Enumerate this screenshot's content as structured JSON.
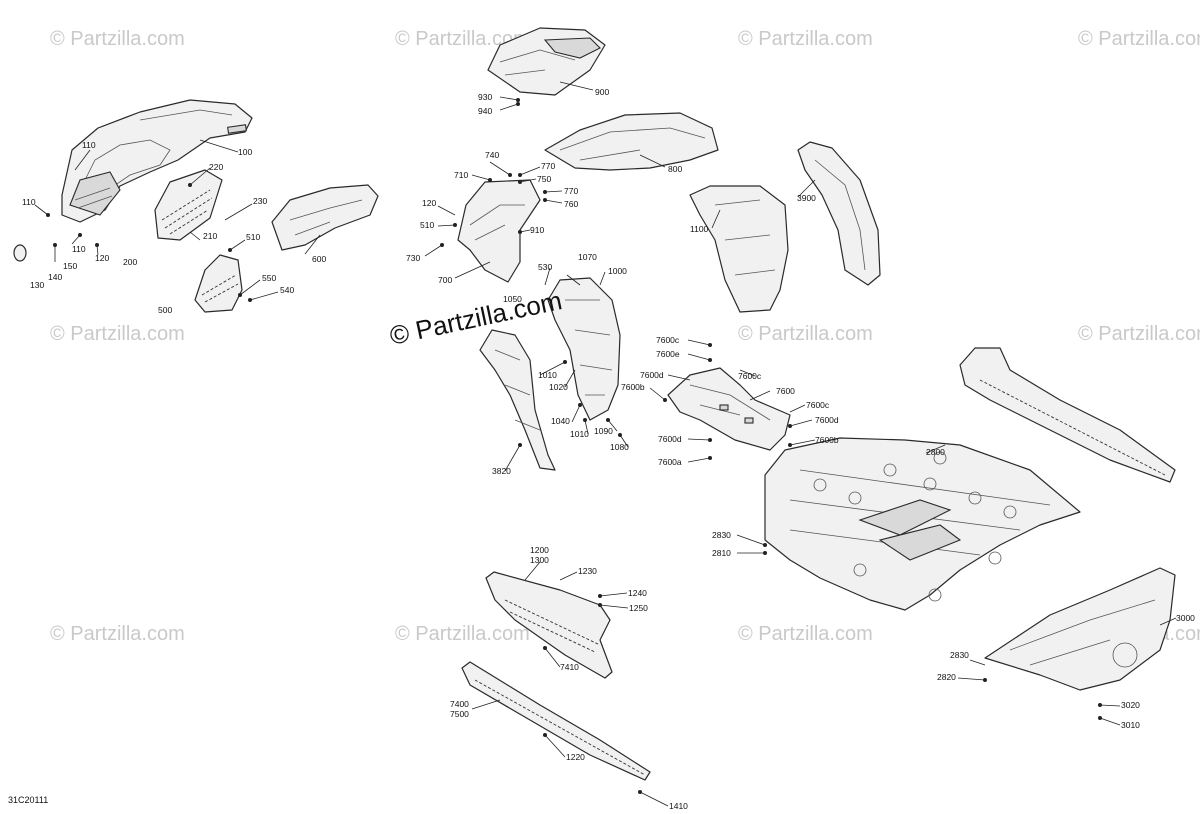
{
  "diagram": {
    "code": "31C20111",
    "watermark_main": "© Partzilla.com",
    "watermark_repeat": "© Partzilla.com"
  },
  "callouts": {
    "c100": "100",
    "c110a": "110",
    "c110b": "110",
    "c110c": "110",
    "c120a": "120",
    "c130": "130",
    "c140": "140",
    "c150": "150",
    "c200": "200",
    "c210": "210",
    "c220": "220",
    "c230": "230",
    "c500": "500",
    "c510a": "510",
    "c540": "540",
    "c550": "550",
    "c600": "600",
    "c900": "900",
    "c930": "930",
    "c940": "940",
    "c800": "800",
    "c740": "740",
    "c710": "710",
    "c770a": "770",
    "c750": "750",
    "c770b": "770",
    "c760": "760",
    "c120b": "120",
    "c510b": "510",
    "c910": "910",
    "c730": "730",
    "c700": "700",
    "c1100": "1100",
    "c3900": "3900",
    "c530": "530",
    "c1070": "1070",
    "c1000": "1000",
    "c1050": "1050",
    "c1010a": "1010",
    "c1020": "1020",
    "c1040": "1040",
    "c1010b": "1010",
    "c1090": "1090",
    "c1080": "1080",
    "c3820": "3820",
    "c7600c1": "7600c",
    "c7600e": "7600e",
    "c7600d1": "7600d",
    "c7600c2": "7600c",
    "c7600b1": "7600b",
    "c7600": "7600",
    "c7600c3": "7600c",
    "c7600d2": "7600d",
    "c7600d3": "7600d",
    "c7600b2": "7600b",
    "c7600a": "7600a",
    "c2800": "2800",
    "c2830a": "2830",
    "c2810": "2810",
    "c1200": "1200",
    "c1300": "1300",
    "c1230": "1230",
    "c1240": "1240",
    "c1250": "1250",
    "c7410": "7410",
    "c7400": "7400",
    "c7500": "7500",
    "c1220": "1220",
    "c1410": "1410",
    "c3000": "3000",
    "c2830b": "2830",
    "c2820": "2820",
    "c3020": "3020",
    "c3010": "3010"
  }
}
